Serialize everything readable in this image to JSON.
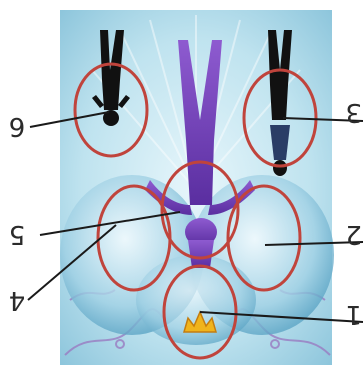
{
  "callouts": [
    {
      "id": "1",
      "label": "1"
    },
    {
      "id": "2",
      "label": "2"
    },
    {
      "id": "3",
      "label": "3"
    },
    {
      "id": "4",
      "label": "4"
    },
    {
      "id": "5",
      "label": "5"
    },
    {
      "id": "6",
      "label": "6"
    }
  ],
  "colors": {
    "background": "#bfe3ef",
    "ring": "#c0443c",
    "figure": "#6f3fb0",
    "leader": "#1a1a1a",
    "crown": "#f0b41c"
  }
}
